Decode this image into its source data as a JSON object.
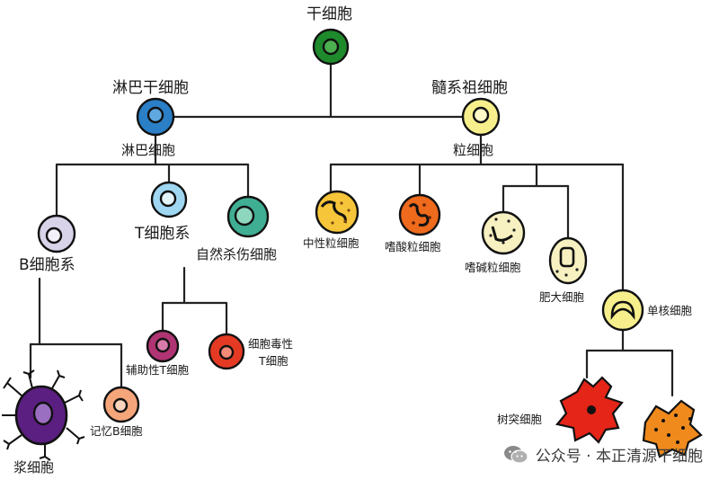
{
  "labels": {
    "stem_cell": "干细胞",
    "lymphoid_stem": "淋巴干细胞",
    "myeloid_progenitor": "髓系祖细胞",
    "lymphocyte": "淋巴细胞",
    "granulocyte": "粒细胞",
    "b_lineage": "B细胞系",
    "t_lineage": "T细胞系",
    "nk_cell": "自然杀伤细胞",
    "neutrophil": "中性粒细胞",
    "eosinophil": "嗜酸粒细胞",
    "basophil": "嗜碱粒细胞",
    "mast_cell": "肥大细胞",
    "monocyte": "单核细胞",
    "helper_t": "辅助性T细胞",
    "cytotoxic_t_line1": "细胞毒性",
    "cytotoxic_t_line2": "T细胞",
    "plasma_cell": "浆细胞",
    "memory_b": "记忆B细胞",
    "dendritic_cell": "树突细胞"
  },
  "watermark": {
    "icon": "wechat-icon",
    "text": "公众号 · 本正清源干细胞"
  },
  "colors": {
    "stem": "#1e8a2c",
    "lymphoid": "#2a7fc6",
    "myeloid": "#f7ef8c",
    "lymphocyte": "#9fd6f2",
    "b_lineage": "#d9d3ea",
    "nk": "#3fae93",
    "neutrophil": "#f6c53a",
    "eosinophil": "#ee6a1c",
    "basophil": "#f7f0c0",
    "mast": "#f7f0c0",
    "monocyte": "#f7ef8c",
    "helper_t": "#b03473",
    "cytotoxic_t": "#e43a24",
    "plasma": "#5a1f80",
    "memory_b": "#f4a57a",
    "dendritic_red": "#e42518",
    "dendritic_orange": "#f08a1c"
  }
}
